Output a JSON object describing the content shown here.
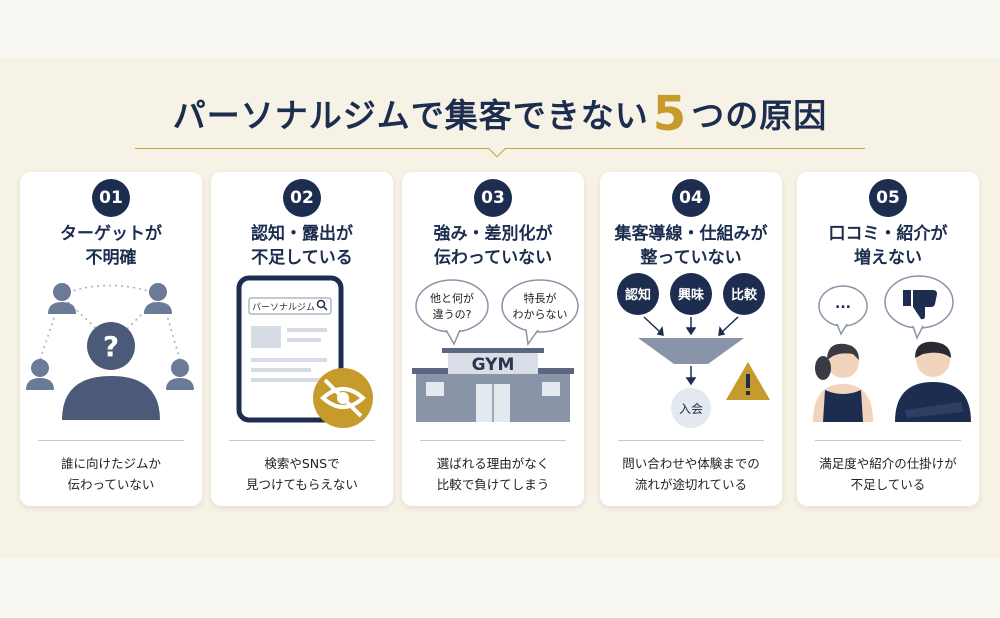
{
  "title": {
    "before": "パーソナルジムで集客できない",
    "number": "5",
    "after": "つの原因"
  },
  "cards": [
    {
      "num": "01",
      "title": [
        "ターゲットが",
        "不明確"
      ],
      "desc": [
        "誰に向けたジムか",
        "伝わっていない"
      ]
    },
    {
      "num": "02",
      "title": [
        "認知・露出が",
        "不足している"
      ],
      "desc": [
        "検索やSNSで",
        "見つけてもらえない"
      ],
      "search_text": "パーソナルジム"
    },
    {
      "num": "03",
      "title": [
        "強み・差別化が",
        "伝わっていない"
      ],
      "desc": [
        "選ばれる理由がなく",
        "比較で負けてしまう"
      ],
      "bubble_left": [
        "他と何が",
        "違うの?"
      ],
      "bubble_right": [
        "特長が",
        "わからない"
      ],
      "sign": "GYM"
    },
    {
      "num": "04",
      "title": [
        "集客導線・仕組みが",
        "整っていない"
      ],
      "desc": [
        "問い合わせや体験までの",
        "流れが途切れている"
      ],
      "steps": [
        "認知",
        "興味",
        "比較"
      ],
      "goal": "入会"
    },
    {
      "num": "05",
      "title": [
        "口コミ・紹介が",
        "増えない"
      ],
      "desc": [
        "満足度や紹介の仕掛けが",
        "不足している"
      ],
      "bubble": "..."
    }
  ],
  "colors": {
    "navy": "#1c2d4f",
    "gold": "#c79a2c",
    "slate": "#4a5a78",
    "background": "#f7f2e6"
  }
}
